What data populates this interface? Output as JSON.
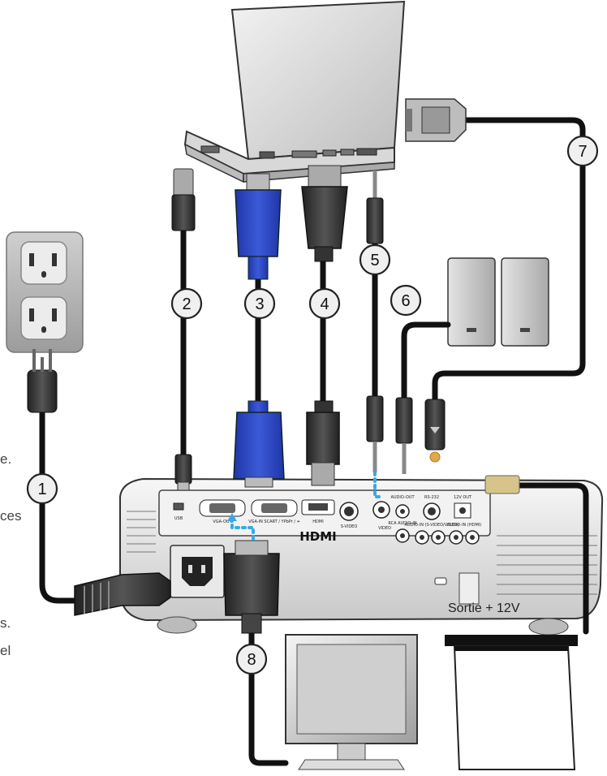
{
  "edge_text": {
    "line1": "e.",
    "line2": "ces",
    "line3": "s.",
    "line4": "el"
  },
  "power_output_label": "Sortie + 12V",
  "callouts": [
    "1",
    "2",
    "3",
    "4",
    "5",
    "6",
    "7",
    "8"
  ],
  "projector_ports": {
    "usb": "USB",
    "vga_out": "VGA-OUT",
    "vga_in": "VGA-IN SCART / YPbPr / ❧",
    "hdmi": "HDMI",
    "svideo": "S-VIDEO",
    "video": "VIDEO",
    "audio_out": "AUDIO-OUT",
    "audio_in": "RCA AUDIO-IN",
    "rs232": "RS-232",
    "audio_in_2": "AUDIO-IN (S-VIDEO/VIDEO)",
    "dc_out": "12V OUT",
    "audio_in_3": "AUDIO-IN (HDMI)",
    "hdmi_logo": "HDMI"
  },
  "colors": {
    "cable": "#111111",
    "vga_blue": "#2b45c4",
    "dash_blue": "#39a9e6",
    "gold_plug": "#e2a94a"
  }
}
